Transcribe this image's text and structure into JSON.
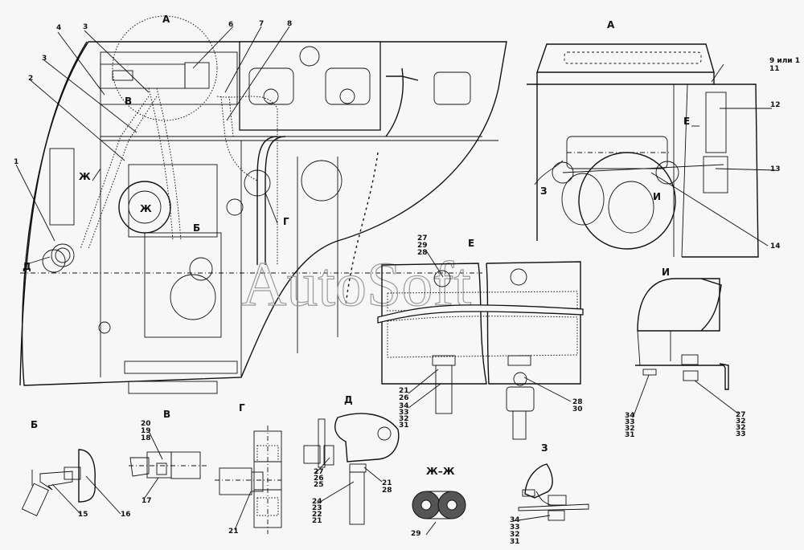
{
  "watermark": "AutoSoft",
  "main_view": {
    "callouts": [
      "1",
      "2",
      "3",
      "3",
      "4",
      "6",
      "7",
      "8"
    ],
    "view_markers": {
      "A": "А",
      "B": "Б",
      "V": "В",
      "G": "Г",
      "D": "Д",
      "Zh1": "Ж",
      "Zh2": "Ж"
    }
  },
  "view_a": {
    "title": "А",
    "callout_9": "9 или 1",
    "callout_11": "11",
    "callout_12": "12",
    "callout_13": "13",
    "callout_14": "14",
    "marker_e": "Е",
    "marker_z": "З",
    "marker_i": "И"
  },
  "view_e": {
    "title": "Е",
    "stack_top": [
      "27",
      "29",
      "28"
    ],
    "stack_left1": [
      "21",
      "26"
    ],
    "stack_left2": [
      "34",
      "33",
      "32",
      "31"
    ],
    "stack_right": [
      "28",
      "30"
    ]
  },
  "view_i": {
    "title": "И",
    "stack_left": [
      "34",
      "33",
      "32",
      "31"
    ],
    "stack_right": [
      "27",
      "32",
      "32",
      "33"
    ]
  },
  "view_b": {
    "title": "Б",
    "callouts": [
      "15",
      "16"
    ]
  },
  "view_v": {
    "title": "В",
    "stack": [
      "20",
      "19",
      "18"
    ],
    "callout": "17"
  },
  "view_g": {
    "title": "Г",
    "callout": "21"
  },
  "view_d": {
    "title": "Д",
    "stack_left": [
      "27",
      "26",
      "25"
    ],
    "stack_right": [
      "21",
      "28"
    ],
    "stack_bottom": [
      "24",
      "23",
      "22",
      "21"
    ]
  },
  "view_zhzh": {
    "title": "Ж–Ж",
    "callout": "29"
  },
  "view_z": {
    "title": "З",
    "stack": [
      "34",
      "33",
      "32",
      "31"
    ]
  }
}
